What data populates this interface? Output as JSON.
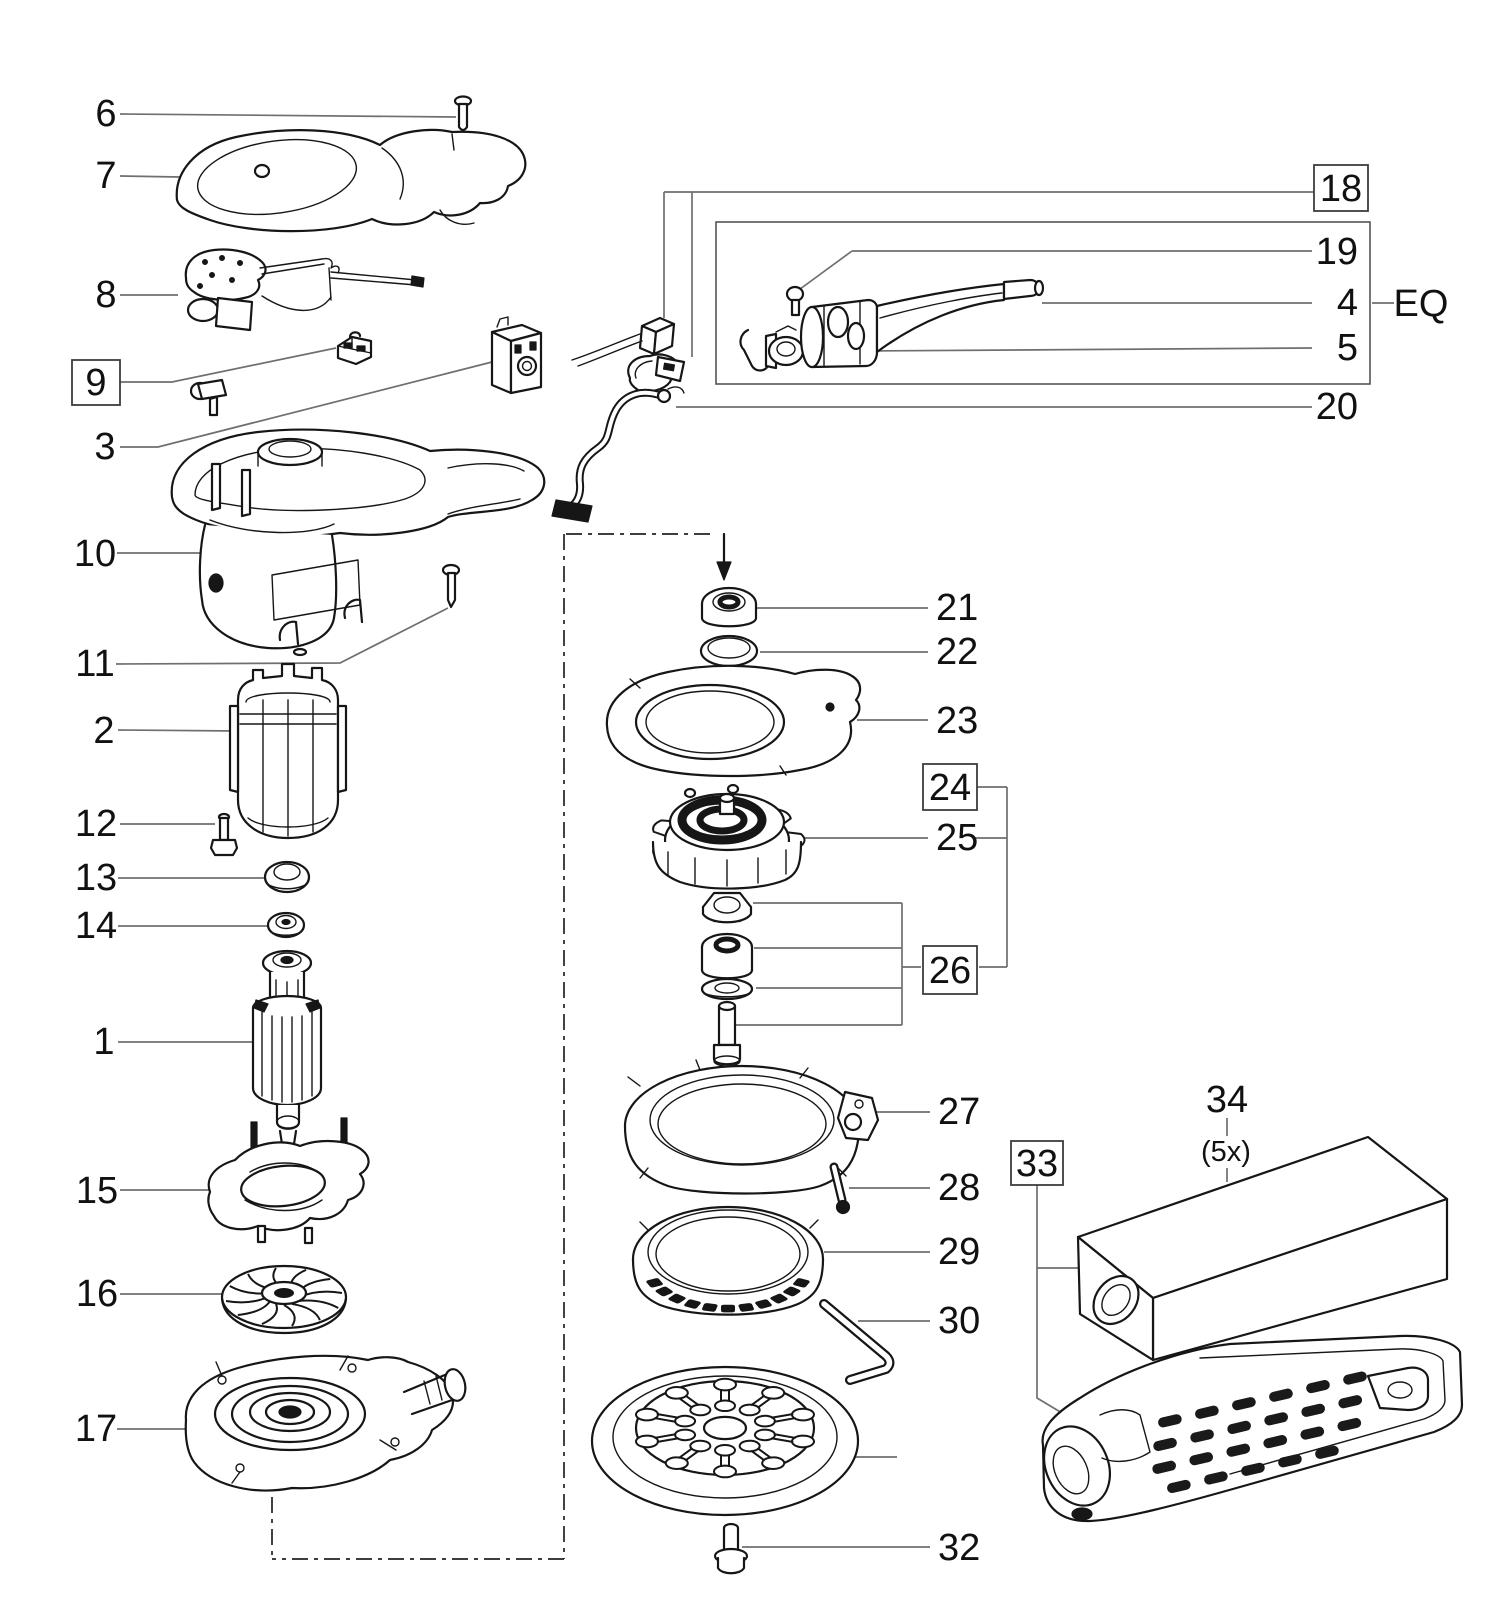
{
  "diagram": {
    "type": "exploded-parts-view",
    "callouts": [
      {
        "label": "6",
        "boxed": false
      },
      {
        "label": "7",
        "boxed": false
      },
      {
        "label": "8",
        "boxed": false
      },
      {
        "label": "9",
        "boxed": true
      },
      {
        "label": "3",
        "boxed": false
      },
      {
        "label": "10",
        "boxed": false
      },
      {
        "label": "11",
        "boxed": false
      },
      {
        "label": "2",
        "boxed": false
      },
      {
        "label": "12",
        "boxed": false
      },
      {
        "label": "13",
        "boxed": false
      },
      {
        "label": "14",
        "boxed": false
      },
      {
        "label": "1",
        "boxed": false
      },
      {
        "label": "15",
        "boxed": false
      },
      {
        "label": "16",
        "boxed": false
      },
      {
        "label": "17",
        "boxed": false
      },
      {
        "label": "21",
        "boxed": false
      },
      {
        "label": "22",
        "boxed": false
      },
      {
        "label": "23",
        "boxed": false
      },
      {
        "label": "24",
        "boxed": true
      },
      {
        "label": "25",
        "boxed": false
      },
      {
        "label": "26",
        "boxed": true
      },
      {
        "label": "27",
        "boxed": false
      },
      {
        "label": "28",
        "boxed": false
      },
      {
        "label": "29",
        "boxed": false
      },
      {
        "label": "30",
        "boxed": false
      },
      {
        "label": "32",
        "boxed": false
      },
      {
        "label": "18",
        "boxed": true
      },
      {
        "label": "19",
        "boxed": false
      },
      {
        "label": "4",
        "boxed": false
      },
      {
        "label": "EQ",
        "boxed": false
      },
      {
        "label": "5",
        "boxed": false
      },
      {
        "label": "20",
        "boxed": false
      },
      {
        "label": "33",
        "boxed": true
      },
      {
        "label": "34",
        "boxed": false
      },
      {
        "label": "(5x)",
        "boxed": false
      }
    ]
  }
}
